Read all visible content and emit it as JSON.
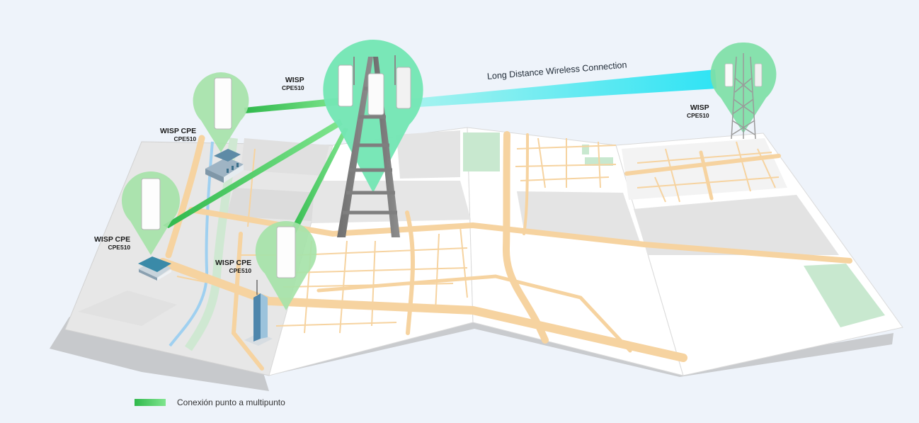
{
  "links": {
    "long_distance": "Long Distance Wireless Connection"
  },
  "nodes": {
    "tower_center": {
      "main": "WISP",
      "sub": "CPE510"
    },
    "tower_right": {
      "main": "WISP",
      "sub": "CPE510"
    },
    "cpe_upper_left": {
      "main": "WISP CPE",
      "sub": "CPE510"
    },
    "cpe_left": {
      "main": "WISP CPE",
      "sub": "CPE510"
    },
    "cpe_middle": {
      "main": "WISP CPE",
      "sub": "CPE510"
    }
  },
  "legend": {
    "label": "Conexión punto a multipunto"
  },
  "colors": {
    "pin": "#74e6b4",
    "pin_right": "#7ee0a6",
    "link_green": "#2fb84b",
    "link_cyan": "#3ee6f2",
    "road": "#f6d3a0",
    "map_white": "#ffffff",
    "map_gray": "#e6e6e6"
  }
}
